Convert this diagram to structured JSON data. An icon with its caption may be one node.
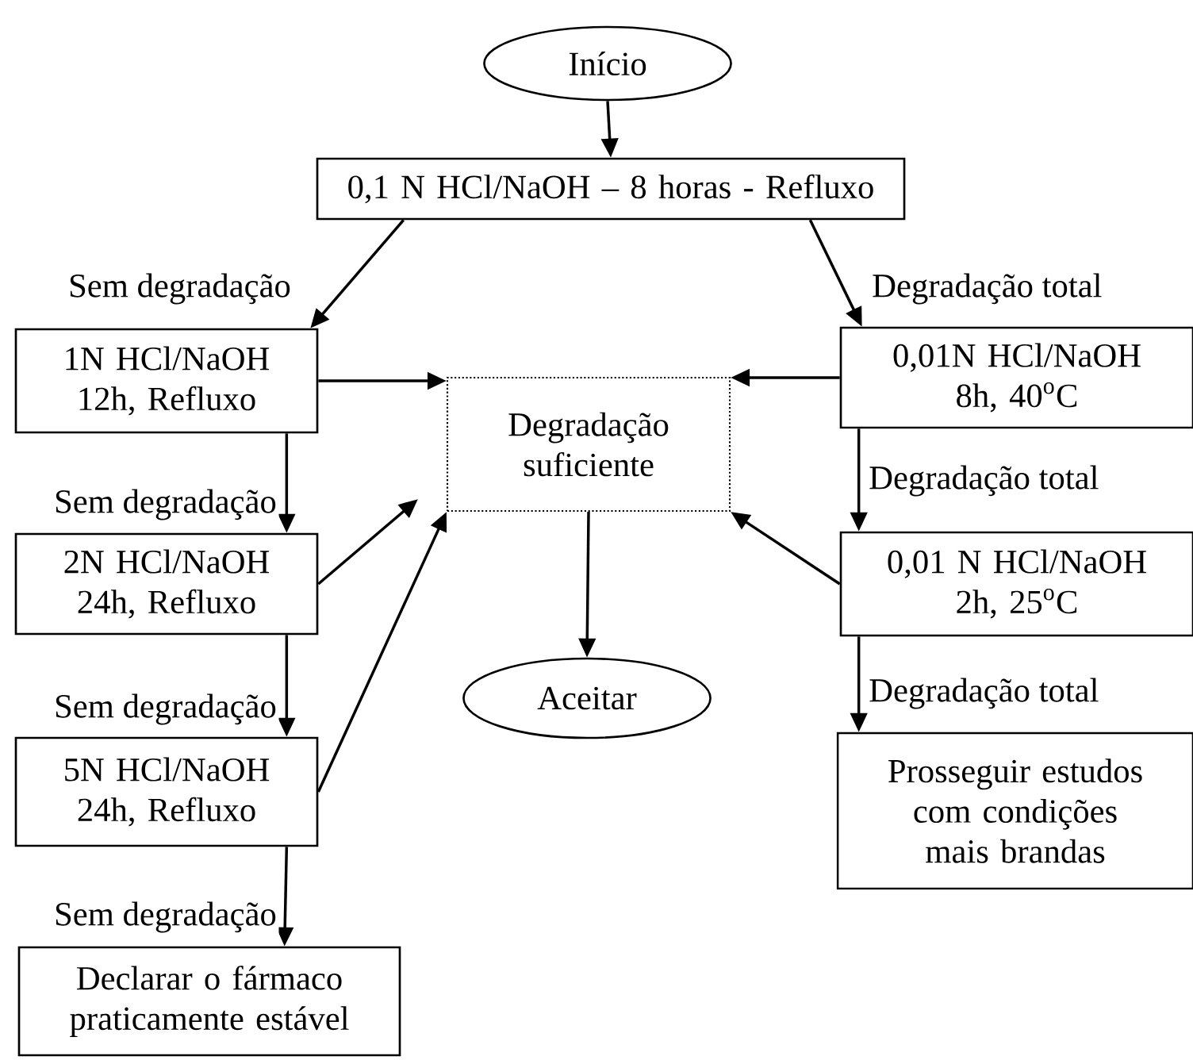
{
  "diagram": {
    "nodes": [
      {
        "text": [
          "Início"
        ]
      },
      {
        "text": [
          "0,1 N HCl/NaOH – 8 horas - Refluxo"
        ]
      },
      {
        "text": [
          "1N HCl/NaOH 12h, Refluxo"
        ]
      },
      {
        "text": [
          "Degradação suficiente"
        ]
      },
      {
        "text": [
          "0,01N HCl/NaOH 8h, 40$^{o}$C"
        ]
      },
      {
        "text": [
          "2N HCl/NaOH 24h, Refluxo"
        ]
      },
      {
        "text": [
          "0,01 N HCl/NaOH 2h, 25$^{o}$C"
        ]
      },
      {
        "text": [
          "Aceitar"
        ]
      },
      {
        "text": [
          "5N HCl/NaOH 24h, Refluxo"
        ]
      },
      {
        "text": [
          "Prosseguir estudos com condições mais brandas"
        ]
      },
      {
        "text": [
          "Declarar o fármaco praticamente estável"
        ]
      }
    ],
    "edges": [
      {
        "from": 0,
        "to": 1,
        "arrow": "to"
      },
      {
        "from": 1,
        "to": 2,
        "arrow": "to",
        "label": "Sem degradação"
      },
      {
        "from": 1,
        "to": 4,
        "arrow": "to",
        "label": "Degradação total"
      },
      {
        "from": 2,
        "to": 3,
        "arrow": "to"
      },
      {
        "from": 4,
        "to": 3,
        "arrow": "to"
      },
      {
        "from": 2,
        "to": 5,
        "arrow": "to",
        "label": "Sem degradação"
      },
      {
        "from": 4,
        "to": 6,
        "arrow": "to",
        "label": "Degradação total"
      },
      {
        "from": 5,
        "to": 3,
        "arrow": "to"
      },
      {
        "from": 6,
        "to": 3,
        "arrow": "to"
      },
      {
        "from": 3,
        "to": 7,
        "arrow": "to"
      },
      {
        "from": 5,
        "to": 8,
        "arrow": "to",
        "label": "Sem degradação"
      },
      {
        "from": 6,
        "to": 9,
        "arrow": "to",
        "label": "Degradação total"
      },
      {
        "from": 8,
        "to": 3,
        "arrow": "to"
      },
      {
        "from": 8,
        "to": 10,
        "arrow": "to",
        "label": "Sem degradação"
      }
    ]
  }
}
